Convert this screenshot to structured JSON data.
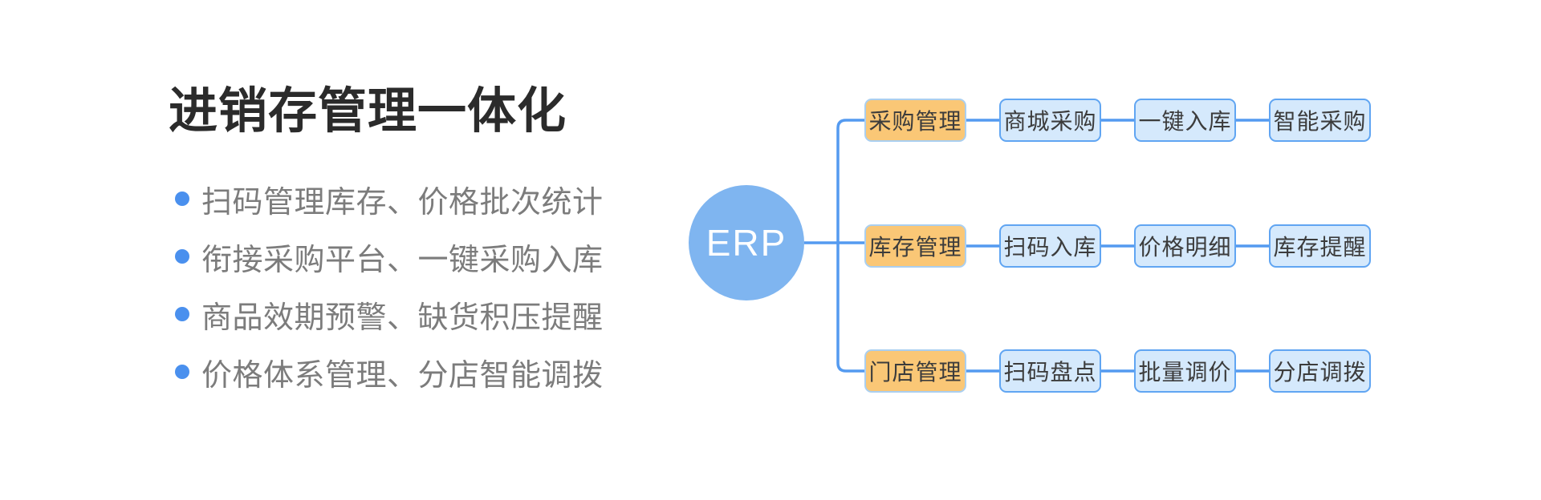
{
  "left_panel": {
    "title": "进销存管理一体化",
    "bullets": [
      "扫码管理库存、价格批次统计",
      "衔接采购平台、一键采购入库",
      "商品效期预警、缺货积压提醒",
      "价格体系管理、分店智能调拨"
    ]
  },
  "diagram": {
    "root_label": "ERP",
    "rows": [
      {
        "parent": "采购管理",
        "children": [
          "商城采购",
          "一键入库",
          "智能采购"
        ]
      },
      {
        "parent": "库存管理",
        "children": [
          "扫码入库",
          "价格明细",
          "库存提醒"
        ]
      },
      {
        "parent": "门店管理",
        "children": [
          "扫码盘点",
          "批量调价",
          "分店调拨"
        ]
      }
    ]
  },
  "colors": {
    "accent": "#549af0",
    "circle": "#7fb5f0",
    "bullet": "#4a90ee",
    "orange_fill": "#fac776",
    "orange_border": "#aacff0",
    "blue_fill": "#d5e9fc",
    "blue_border": "#60a5f2",
    "title_color": "#2b2b2b",
    "bullet_text": "#7c7c7c",
    "node_text": "#3c3c3c"
  }
}
